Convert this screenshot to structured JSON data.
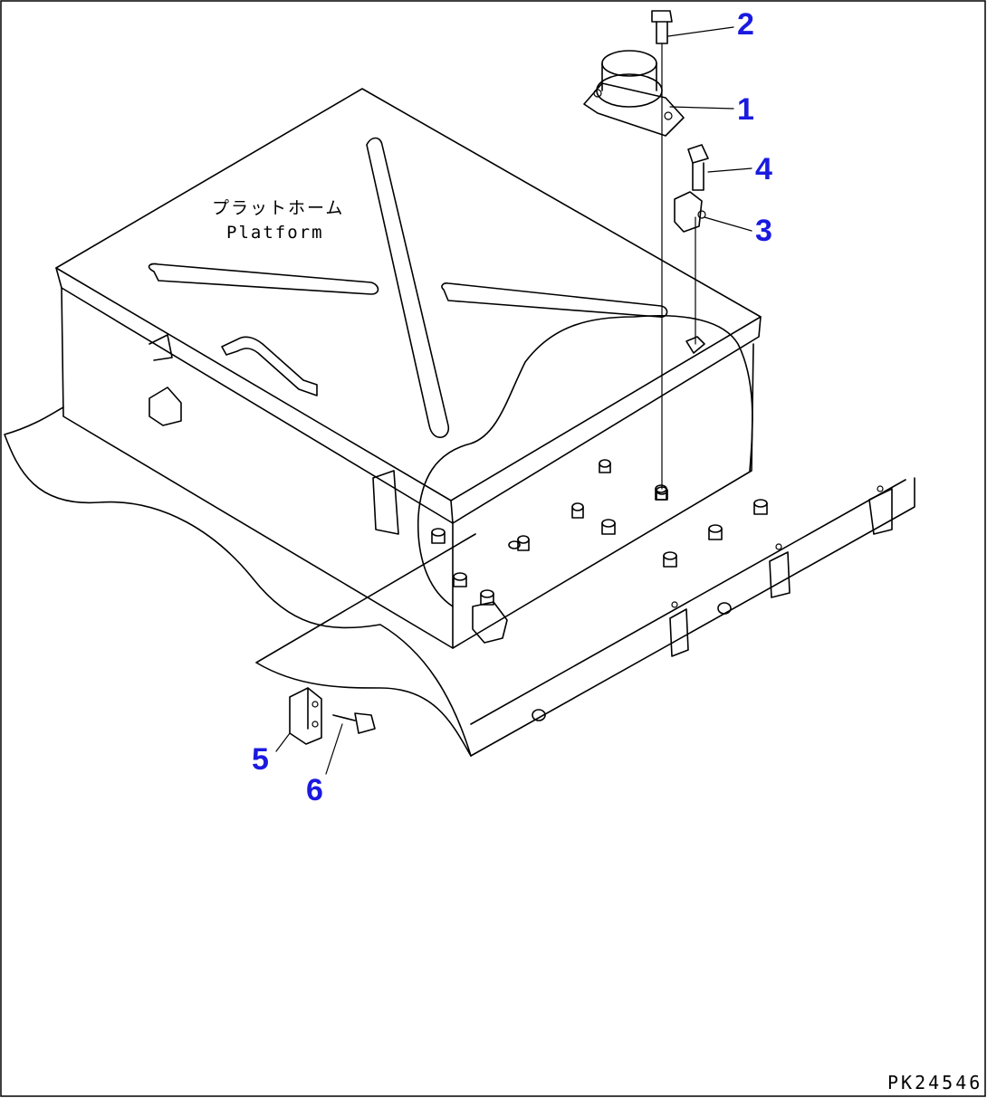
{
  "diagram": {
    "labels": {
      "platform_jp": "プラットホーム",
      "platform_en": "Platform"
    },
    "callouts": [
      "1",
      "2",
      "3",
      "4",
      "5",
      "6"
    ],
    "drawing_code": "PK24546"
  }
}
